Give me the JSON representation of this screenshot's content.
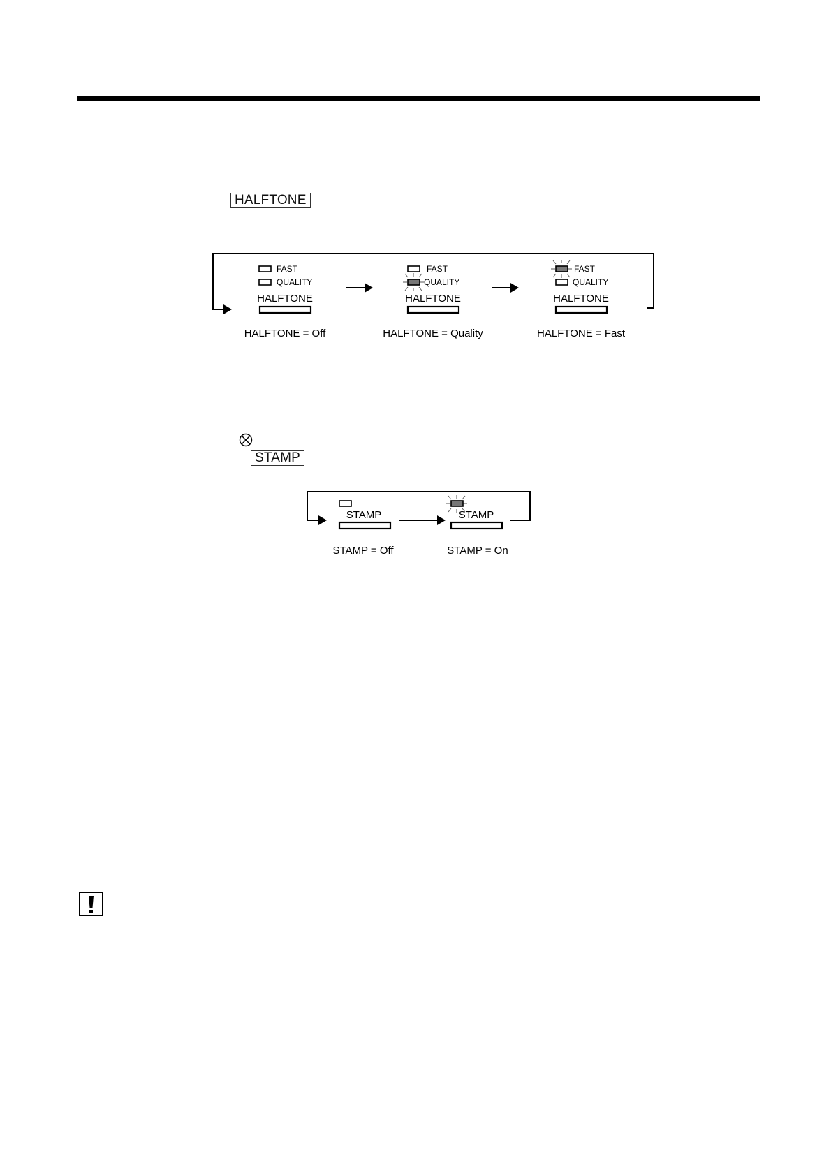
{
  "halftone_key": {
    "label": "HALFTONE"
  },
  "halftone_cycle": {
    "states": [
      {
        "led_fast": "FAST",
        "led_quality": "QUALITY",
        "button": "HALFTONE",
        "caption": "HALFTONE = Off"
      },
      {
        "led_fast": "FAST",
        "led_quality": "QUALITY",
        "button": "HALFTONE",
        "caption": "HALFTONE = Quality"
      },
      {
        "led_fast": "FAST",
        "led_quality": "QUALITY",
        "button": "HALFTONE",
        "caption": "HALFTONE = Fast"
      }
    ]
  },
  "stamp_key": {
    "label": "STAMP"
  },
  "stamp_cycle": {
    "states": [
      {
        "button": "STAMP",
        "caption": "STAMP = Off"
      },
      {
        "button": "STAMP",
        "caption": "STAMP = On"
      }
    ]
  },
  "icons": {
    "stamp_indicator": "circle-x-icon",
    "note": "exclamation-note-icon"
  }
}
